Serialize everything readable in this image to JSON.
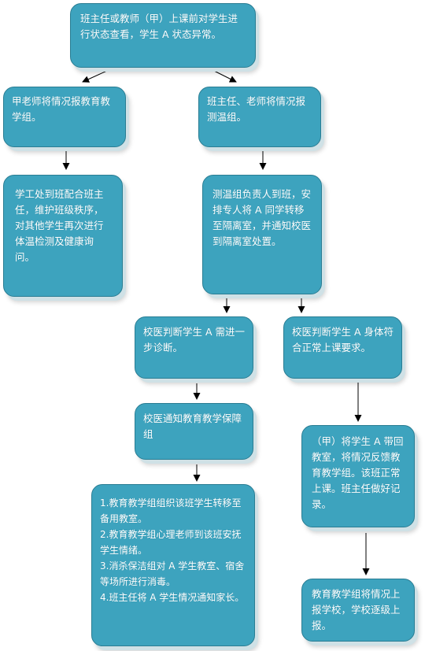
{
  "diagram": {
    "nodes": [
      {
        "id": "n1",
        "text": "班主任或教师（甲）上课前对学生进行状态查看，学生 A 状态异常。"
      },
      {
        "id": "n2",
        "text": "甲老师将情况报教育教学组。"
      },
      {
        "id": "n3",
        "text": "班主任、老师将情况报测温组。"
      },
      {
        "id": "n4",
        "text": "学工处到班配合班主任，维护班级秩序，对其他学生再次进行体温检测及健康询问。"
      },
      {
        "id": "n5",
        "text": "测温组负责人到班，安排专人将 A 同学转移至隔离室，并通知校医到隔离室处置。"
      },
      {
        "id": "n6",
        "text": "校医判断学生 A 需进一步诊断。"
      },
      {
        "id": "n7",
        "text": "校医判断学生 A 身体符合正常上课要求。"
      },
      {
        "id": "n8",
        "text": "校医通知教育教学保障组"
      },
      {
        "id": "n9",
        "lines": [
          "1.教育教学组组织该班学生转移至备用教室。",
          "2.教育教学组心理老师到该班安抚学生情绪。",
          "3.消杀保洁组对 A 学生教室、宿舍等场所进行消毒。",
          "4.班主任将 A 学生情况通知家长。"
        ]
      },
      {
        "id": "n10",
        "text": "（甲）将学生 A 带回教室，将情况反馈教育教学组。该班正常上课。班主任做好记录。"
      },
      {
        "id": "n11",
        "text": "教育教学组将情况上报学校，学校逐级上报。"
      }
    ],
    "edges": [
      {
        "from": "n1",
        "to": "n2"
      },
      {
        "from": "n1",
        "to": "n3"
      },
      {
        "from": "n2",
        "to": "n4"
      },
      {
        "from": "n3",
        "to": "n5"
      },
      {
        "from": "n5",
        "to": "n6"
      },
      {
        "from": "n5",
        "to": "n7"
      },
      {
        "from": "n6",
        "to": "n8"
      },
      {
        "from": "n8",
        "to": "n9"
      },
      {
        "from": "n7",
        "to": "n10"
      },
      {
        "from": "n10",
        "to": "n11"
      }
    ]
  }
}
